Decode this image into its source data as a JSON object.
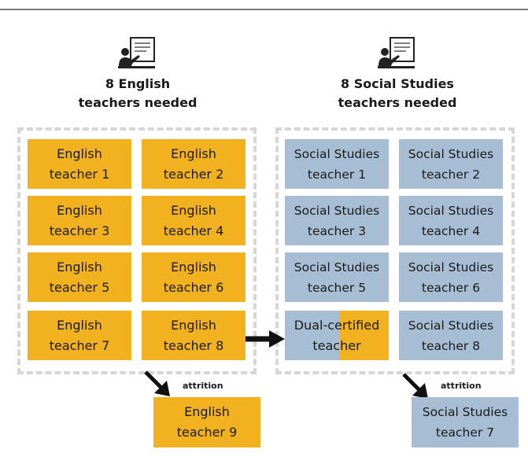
{
  "english": {
    "heading_line1": "8 English",
    "heading_line2": "teachers needed",
    "teachers": [
      "English\nteacher 1",
      "English\nteacher 2",
      "English\nteacher 3",
      "English\nteacher 4",
      "English\nteacher 5",
      "English\nteacher 6",
      "English\nteacher 7",
      "English\nteacher 8"
    ],
    "attrition_label": "attrition",
    "replacement": "English\nteacher 9"
  },
  "social_studies": {
    "heading_line1": "8 Social Studies",
    "heading_line2": "teachers needed",
    "teachers": [
      "Social Studies\nteacher 1",
      "Social Studies\nteacher 2",
      "Social Studies\nteacher 3",
      "Social Studies\nteacher 4",
      "Social Studies\nteacher 5",
      "Social Studies\nteacher 6",
      "Dual-certified\nteacher",
      "Social Studies\nteacher 8"
    ],
    "attrition_label": "attrition",
    "replacement": "Social Studies\nteacher 7"
  },
  "colors": {
    "english": "#f2b21f",
    "social_studies": "#a7bdd4",
    "dashed_border": "#d6d6d6"
  },
  "icons": [
    "teacher-at-board-icon",
    "teacher-at-board-icon"
  ]
}
